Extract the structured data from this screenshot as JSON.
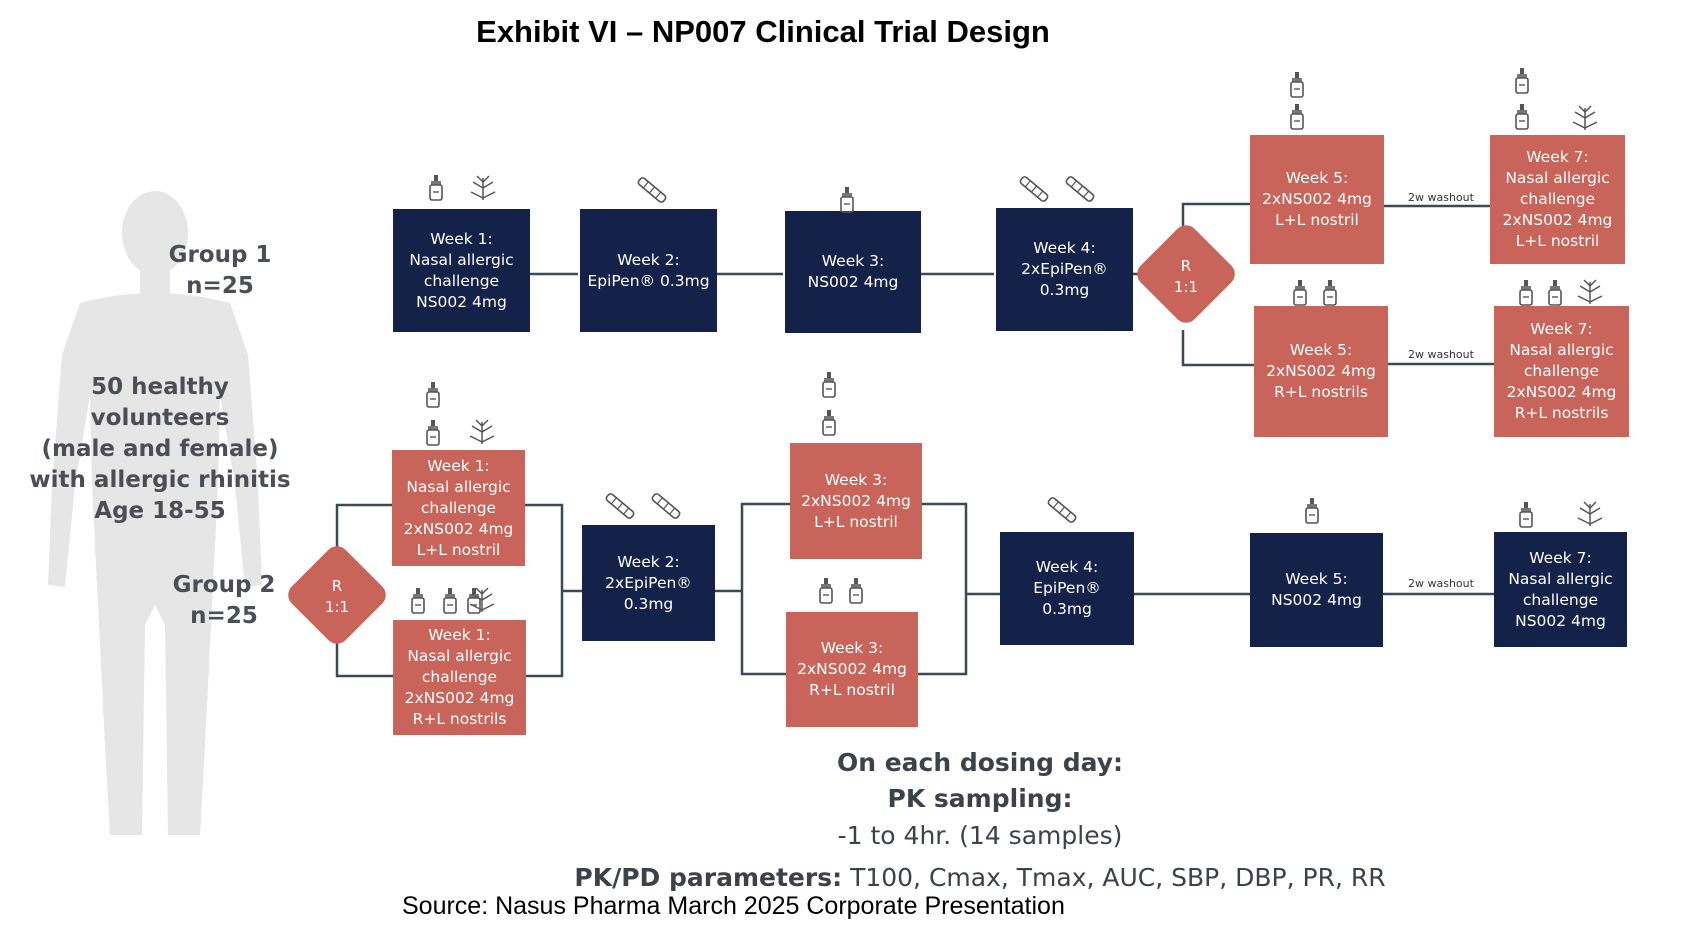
{
  "title": "Exhibit VI – NP007 Clinical Trial Design",
  "population": "50 healthy volunteers\n(male and female)\nwith allergic rhinitis\nAge 18-55",
  "group1": {
    "label": "Group 1\nn=25"
  },
  "group2": {
    "label": "Group 2\nn=25"
  },
  "randomize_label": "R\n1:1",
  "washout_label": "2w washout",
  "boxes": {
    "g1_w1": "Week 1:\nNasal allergic\nchallenge\nNS002 4mg",
    "g1_w2": "Week 2:\nEpiPen® 0.3mg",
    "g1_w3": "Week 3:\nNS002 4mg",
    "g1_w4": "Week 4:\n2xEpiPen®\n0.3mg",
    "g1_w5a": "Week 5:\n2xNS002 4mg\nL+L nostril",
    "g1_w5b": "Week 5:\n2xNS002 4mg\nR+L nostrils",
    "g1_w7a": "Week 7:\nNasal allergic\nchallenge\n2xNS002 4mg\nL+L nostril",
    "g1_w7b": "Week 7:\nNasal allergic\nchallenge\n2xNS002 4mg\nR+L nostrils",
    "g2_w1a": "Week 1:\nNasal allergic\nchallenge\n2xNS002 4mg\nL+L nostril",
    "g2_w1b": "Week 1:\nNasal allergic\nchallenge\n2xNS002 4mg\nR+L nostrils",
    "g2_w2": "Week 2:\n2xEpiPen®\n0.3mg",
    "g2_w3a": "Week 3:\n2xNS002 4mg\nL+L nostril",
    "g2_w3b": "Week 3:\n2xNS002 4mg\nR+L nostril",
    "g2_w4": "Week 4:\nEpiPen®\n0.3mg",
    "g2_w5": "Week 5:\nNS002 4mg",
    "g2_w7": "Week 7:\nNasal allergic\nchallenge\nNS002 4mg"
  },
  "footer": {
    "line1": "On each dosing day:",
    "line2": "PK sampling:",
    "line3": "-1 to 4hr. (14 samples)",
    "params_label": "PK/PD parameters:",
    "params_value": "T100, Cmax, Tmax, AUC, SBP, DBP, PR, RR"
  },
  "source": "Source: Nasus Pharma March 2025 Corporate Presentation",
  "icon_names": [
    "nasal-spray-icon",
    "epipen-icon",
    "allergen-plant-icon",
    "person-silhouette-icon"
  ],
  "colors": {
    "navy": "#14224a",
    "red": "#c8645a",
    "line": "#3a4a55",
    "silhouette": "#e6e6e6",
    "text_gray": "#4a4f56"
  }
}
